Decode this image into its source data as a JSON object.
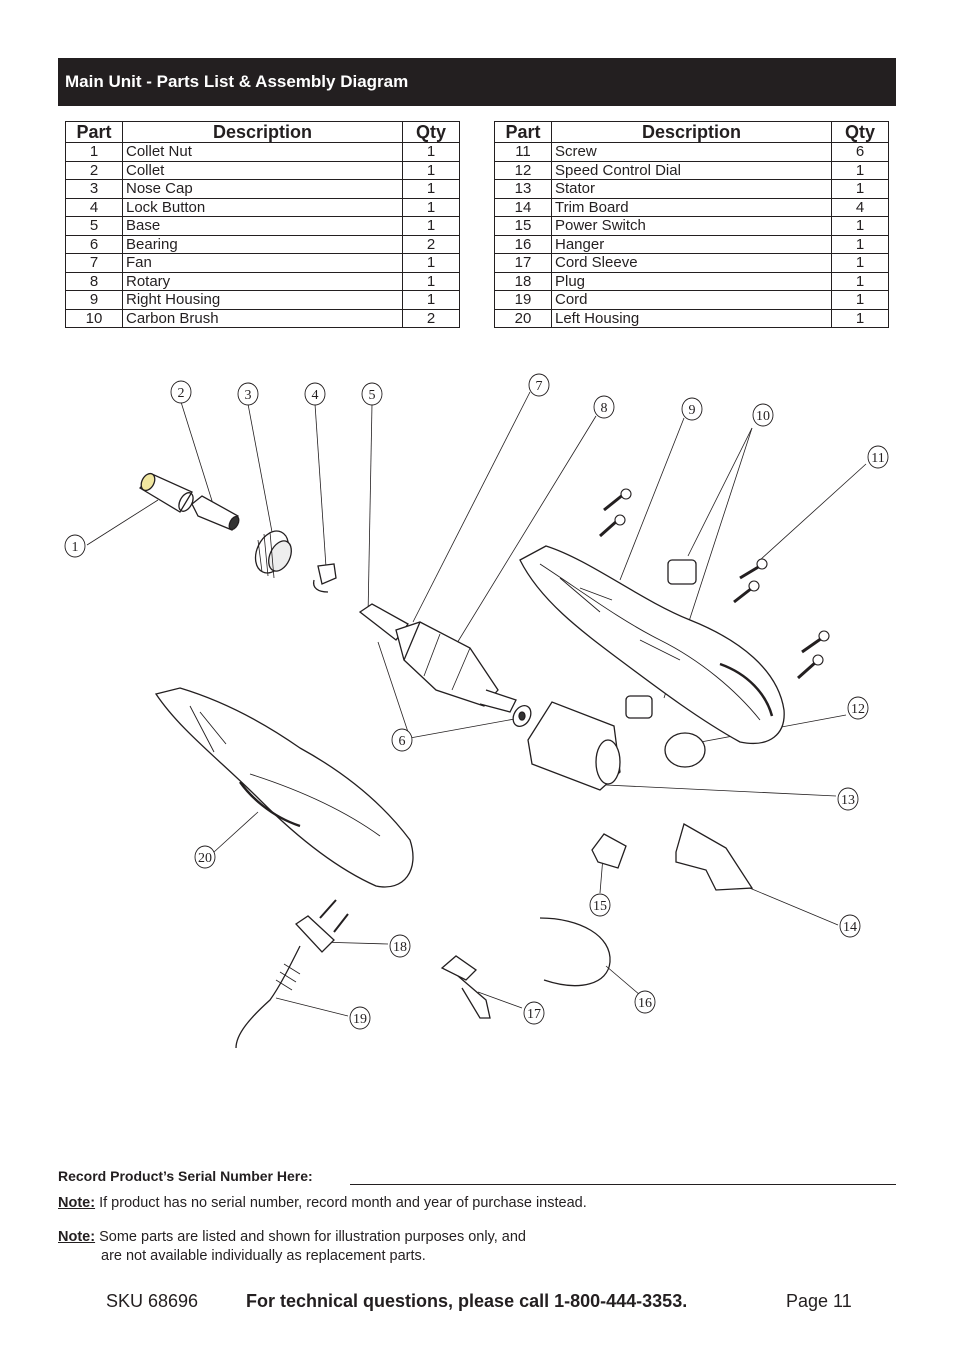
{
  "header": {
    "title": "Main Unit - Parts List & Assembly Diagram"
  },
  "table": {
    "headers": {
      "part": "Part",
      "description": "Description",
      "qty": "Qty"
    },
    "left_rows": [
      {
        "part": "1",
        "description": "Collet Nut",
        "qty": "1"
      },
      {
        "part": "2",
        "description": "Collet",
        "qty": "1"
      },
      {
        "part": "3",
        "description": "Nose Cap",
        "qty": "1"
      },
      {
        "part": "4",
        "description": "Lock Button",
        "qty": "1"
      },
      {
        "part": "5",
        "description": "Base",
        "qty": "1"
      },
      {
        "part": "6",
        "description": "Bearing",
        "qty": "2"
      },
      {
        "part": "7",
        "description": "Fan",
        "qty": "1"
      },
      {
        "part": "8",
        "description": "Rotary",
        "qty": "1"
      },
      {
        "part": "9",
        "description": "Right Housing",
        "qty": "1"
      },
      {
        "part": "10",
        "description": "Carbon Brush",
        "qty": "2"
      }
    ],
    "right_rows": [
      {
        "part": "11",
        "description": "Screw",
        "qty": "6"
      },
      {
        "part": "12",
        "description": "Speed Control Dial",
        "qty": "1"
      },
      {
        "part": "13",
        "description": "Stator",
        "qty": "1"
      },
      {
        "part": "14",
        "description": "Trim Board",
        "qty": "4"
      },
      {
        "part": "15",
        "description": "Power Switch",
        "qty": "1"
      },
      {
        "part": "16",
        "description": "Hanger",
        "qty": "1"
      },
      {
        "part": "17",
        "description": "Cord Sleeve",
        "qty": "1"
      },
      {
        "part": "18",
        "description": "Plug",
        "qty": "1"
      },
      {
        "part": "19",
        "description": "Cord",
        "qty": "1"
      },
      {
        "part": "20",
        "description": "Left Housing",
        "qty": "1"
      }
    ]
  },
  "diagram": {
    "callouts": [
      "1",
      "2",
      "3",
      "4",
      "5",
      "6",
      "7",
      "8",
      "9",
      "10",
      "11",
      "12",
      "13",
      "14",
      "15",
      "16",
      "17",
      "18",
      "19",
      "20"
    ]
  },
  "serial": {
    "label": "Record Product’s Serial Number Here:"
  },
  "notes": {
    "note1_label": "Note:",
    "note1_text": "If product has no serial number, record month and year of purchase instead.",
    "note2_label": "Note:",
    "note2_line1": "Some parts are listed and shown for illustration purposes only, and",
    "note2_line2": "are not available individually as replacement parts."
  },
  "footer": {
    "sku": "SKU 68696",
    "tech": "For technical questions, please call 1-800-444-3353.",
    "page": "Page 11"
  }
}
